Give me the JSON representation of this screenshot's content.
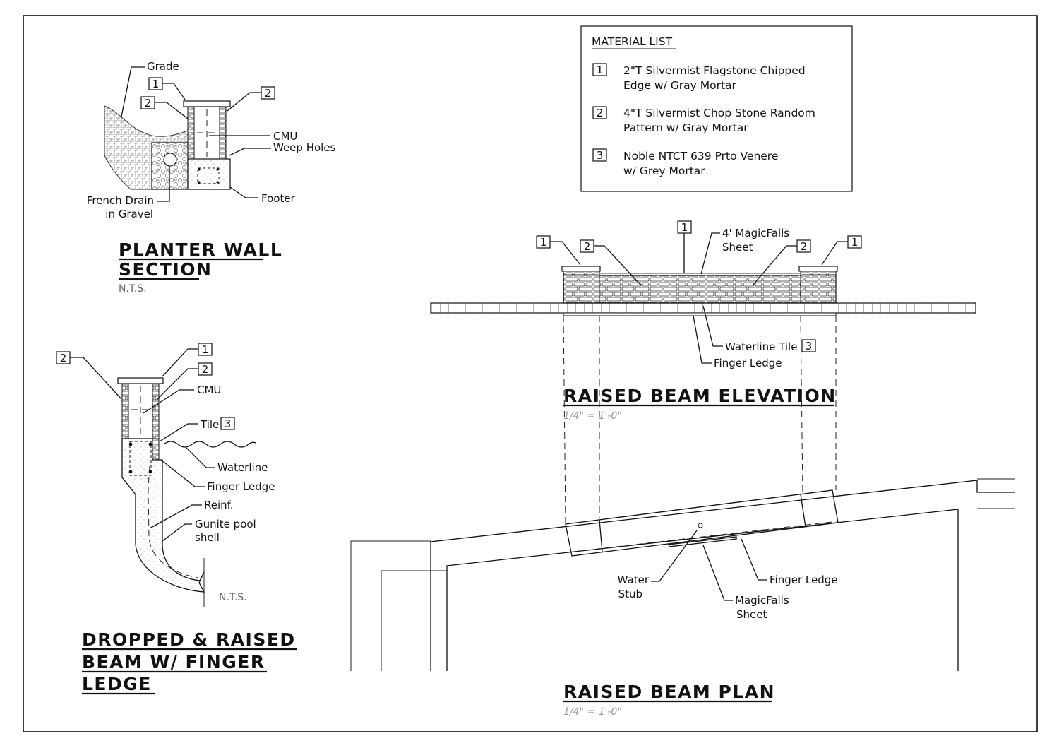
{
  "material_list": {
    "heading": "MATERIAL LIST",
    "items": [
      {
        "key": "1",
        "line1": "2\"T Silvermist Flagstone Chipped",
        "line2": "Edge w/ Gray Mortar"
      },
      {
        "key": "2",
        "line1": "4\"T Silvermist Chop Stone Random",
        "line2": "Pattern w/ Gray Mortar"
      },
      {
        "key": "3",
        "line1": "Noble NTCT 639 Prto Venere",
        "line2": "w/ Grey Mortar"
      }
    ]
  },
  "planter_wall": {
    "labels": {
      "grade": "Grade",
      "cmu": "CMU",
      "weep_holes": "Weep Holes",
      "footer": "Footer",
      "french_drain_1": "French Drain",
      "french_drain_2": "in Gravel"
    },
    "keys": {
      "cap": "1",
      "left": "2",
      "right": "2"
    },
    "title_1": "PLANTER WALL",
    "title_2": "SECTION",
    "scale": "N.T.S."
  },
  "dropped_beam": {
    "labels": {
      "cmu": "CMU",
      "tile": "Tile",
      "waterline": "Waterline",
      "finger_ledge": "Finger Ledge",
      "reinf": "Reinf.",
      "gunite_1": "Gunite pool",
      "gunite_2": "shell",
      "nts": "N.T.S."
    },
    "keys": {
      "left": "2",
      "cap": "1",
      "right": "2",
      "tile": "3"
    },
    "title_1": "DROPPED & RAISED",
    "title_2": "BEAM W/ FINGER",
    "title_3": "LEDGE"
  },
  "raised_beam_elevation": {
    "labels": {
      "magicfalls_1": "4' MagicFalls",
      "magicfalls_2": "Sheet",
      "waterline_tile": "Waterline Tile",
      "finger_ledge": "Finger Ledge"
    },
    "keys": {
      "left_cap": "1",
      "left_stone": "2",
      "center_cap": "1",
      "right_stone": "2",
      "right_cap": "1",
      "tile": "3"
    },
    "title": "RAISED BEAM ELEVATION",
    "scale": "1/4\" = 1'-0\""
  },
  "raised_beam_plan": {
    "labels": {
      "water_1": "Water",
      "water_2": "Stub",
      "finger_ledge": "Finger Ledge",
      "magicfalls_1": "MagicFalls",
      "magicfalls_2": "Sheet"
    },
    "title": "RAISED BEAM PLAN",
    "scale": "1/4\" = 1'-0\""
  }
}
